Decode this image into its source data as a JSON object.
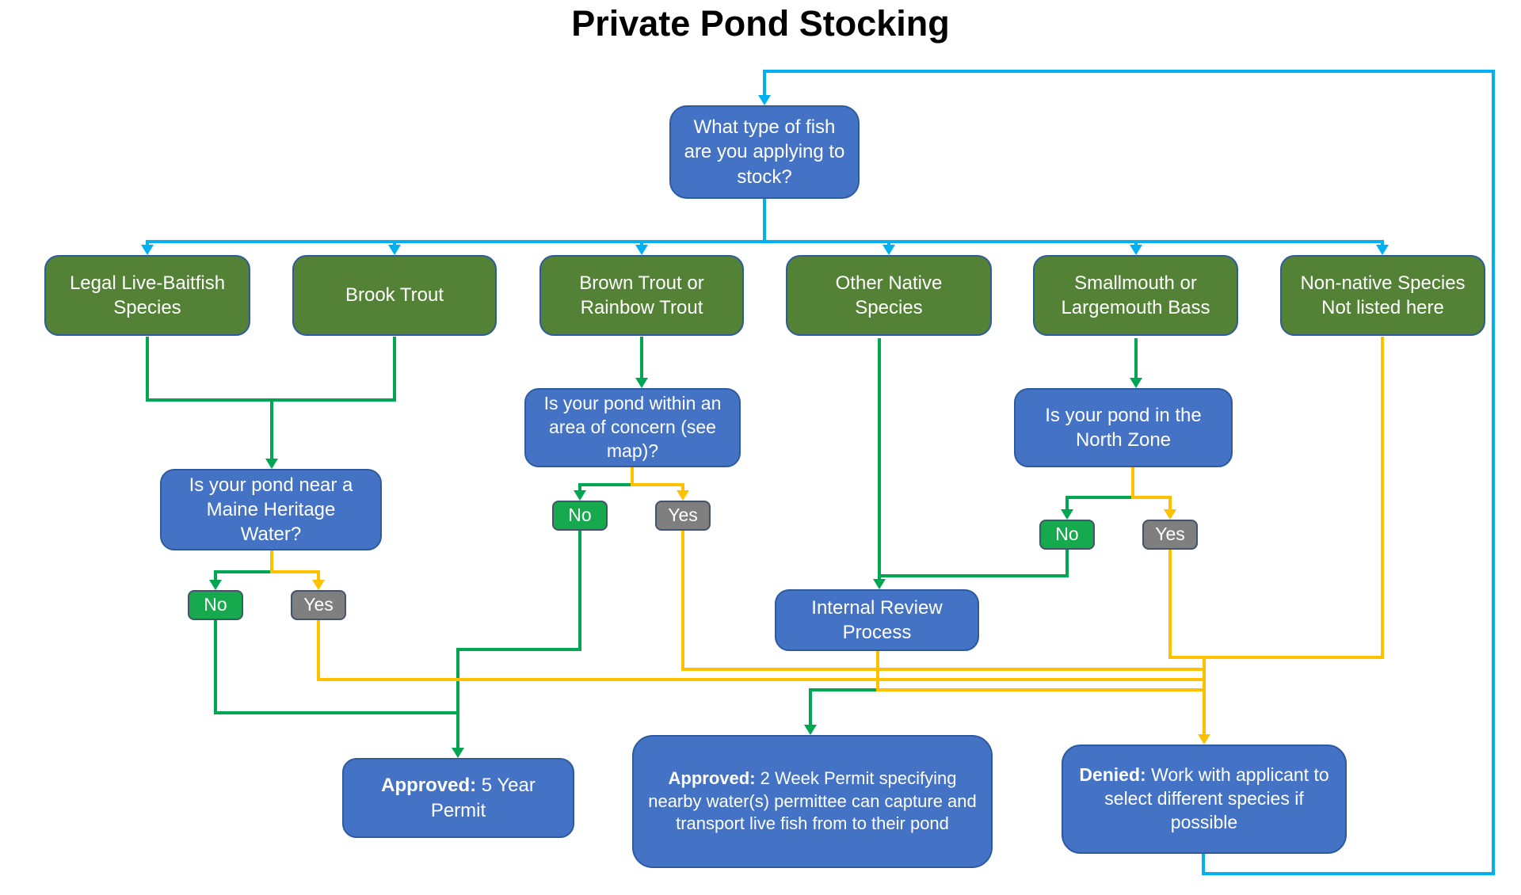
{
  "title": "Private Pond Stocking",
  "colors": {
    "branch_default": "#00B0F0",
    "branch_approve": "#00A651",
    "branch_deny": "#FFC000",
    "node_question": "#4472C4",
    "node_species": "#538135",
    "chip_no": "#17A94E",
    "chip_yes": "#7F7F7F"
  },
  "nodes": {
    "q0": {
      "label": "What type of fish are you applying to stock?"
    },
    "g1": {
      "label": "Legal Live-Baitfish Species"
    },
    "g2": {
      "label": "Brook Trout"
    },
    "g3": {
      "label": "Brown Trout or Rainbow Trout"
    },
    "g4": {
      "label": "Other Native Species"
    },
    "g5": {
      "label": "Smallmouth or Largemouth Bass"
    },
    "g6": {
      "label": "Non-native Species Not listed here"
    },
    "q1": {
      "label": "Is your pond near a Maine Heritage Water?"
    },
    "q2": {
      "label": "Is your pond within an area of concern (see map)?"
    },
    "q3": {
      "label": "Is your pond in the North Zone"
    },
    "ir": {
      "label": "Internal Review Process"
    },
    "a1": {
      "prefix": "Approved:",
      "rest": " 5 Year Permit"
    },
    "a2": {
      "prefix": "Approved:",
      "rest": " 2 Week Permit specifying nearby water(s) permittee can capture and transport live fish from to their pond"
    },
    "d1": {
      "prefix": "Denied:",
      "rest": " Work with applicant to  select different species if possible"
    }
  },
  "labels": {
    "no": "No",
    "yes": "Yes"
  }
}
